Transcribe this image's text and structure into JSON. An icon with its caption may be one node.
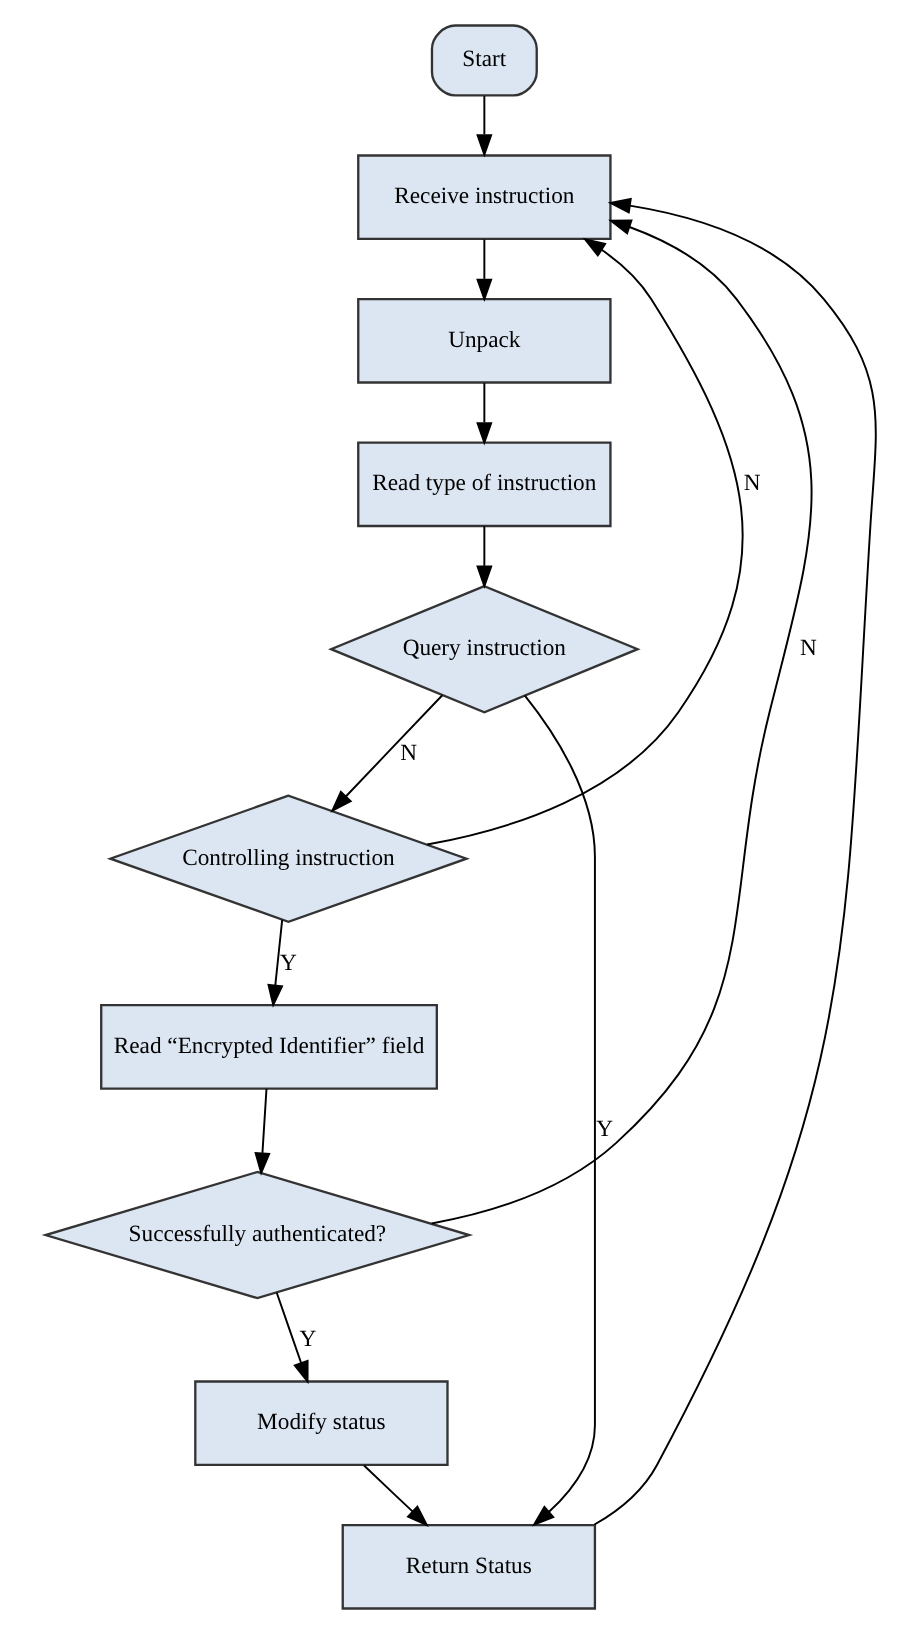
{
  "diagram": {
    "nodes": [
      {
        "text": [
          "Start"
        ]
      },
      {
        "text": [
          "Receive instruction"
        ]
      },
      {
        "text": [
          "Unpack"
        ]
      },
      {
        "text": [
          "Read type of instruction"
        ]
      },
      {
        "text": [
          "Query instruction"
        ]
      },
      {
        "text": [
          "Controlling instruction"
        ]
      },
      {
        "text": [
          "Read “Encrypted Identifier” field"
        ]
      },
      {
        "text": [
          "Successfully authenticated?"
        ]
      },
      {
        "text": [
          "Modify status"
        ]
      },
      {
        "text": [
          "Return Status"
        ]
      }
    ],
    "edges": [
      {
        "from": 0,
        "to": 1,
        "arrow": "to"
      },
      {
        "from": 1,
        "to": 2,
        "arrow": "to"
      },
      {
        "from": 2,
        "to": 3,
        "arrow": "to"
      },
      {
        "from": 3,
        "to": 4,
        "arrow": "to"
      },
      {
        "from": 4,
        "to": 5,
        "arrow": "to",
        "label": "N"
      },
      {
        "from": 4,
        "to": 9,
        "arrow": "to",
        "label": "Y"
      },
      {
        "from": 5,
        "to": 1,
        "arrow": "to",
        "label": "N"
      },
      {
        "from": 5,
        "to": 6,
        "arrow": "to",
        "label": "Y"
      },
      {
        "from": 6,
        "to": 7,
        "arrow": "to"
      },
      {
        "from": 7,
        "to": 1,
        "arrow": "to",
        "label": "N"
      },
      {
        "from": 7,
        "to": 8,
        "arrow": "to",
        "label": "Y"
      },
      {
        "from": 8,
        "to": 9,
        "arrow": "to"
      },
      {
        "from": 9,
        "to": 1,
        "arrow": "to"
      }
    ]
  }
}
